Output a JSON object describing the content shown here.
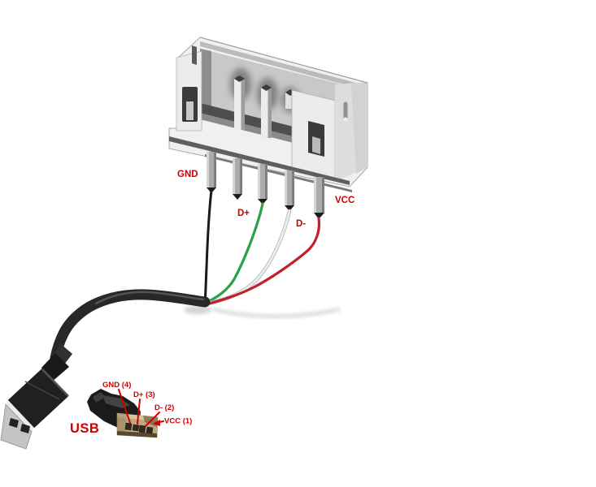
{
  "canvas": {
    "background": "#ffffff",
    "annotation_color": "#cc0000"
  },
  "header_connector": {
    "pin_labels": {
      "gnd": "GND",
      "dplus": "D+",
      "dminus": "D-",
      "vcc": "VCC"
    },
    "wire_colors": {
      "gnd": "#1a1a1a",
      "dplus": "#2aa24b",
      "dminus": "#ededed",
      "vcc": "#c2202b"
    },
    "cable_color": "#282828"
  },
  "usb_connector": {
    "title": "USB",
    "pin_labels": {
      "gnd": "GND (4)",
      "dplus": "D+ (3)",
      "dminus": "D- (2)",
      "vcc": "VCC (1)"
    }
  }
}
